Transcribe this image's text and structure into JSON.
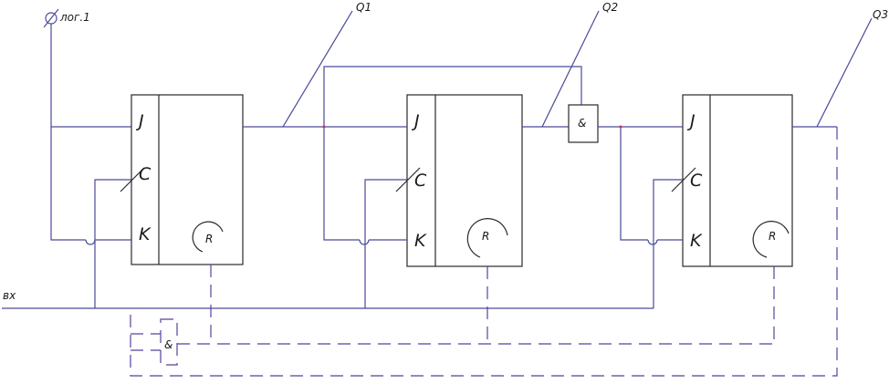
{
  "labels": {
    "log1": "лог.1",
    "input": "вх",
    "q1": "Q1",
    "q2": "Q2",
    "q3": "Q3",
    "and_gate": "&",
    "and_gate_bottom": "&"
  },
  "flipflops": [
    {
      "j": "J",
      "c": "C",
      "k": "K",
      "r": "R"
    },
    {
      "j": "J",
      "c": "C",
      "k": "K",
      "r": "R"
    },
    {
      "j": "J",
      "c": "C",
      "k": "K",
      "r": "R"
    }
  ],
  "colors": {
    "wire": "#4a4a9a",
    "block": "#2a2a2a",
    "reset_dashed": "#5a3fa0"
  }
}
